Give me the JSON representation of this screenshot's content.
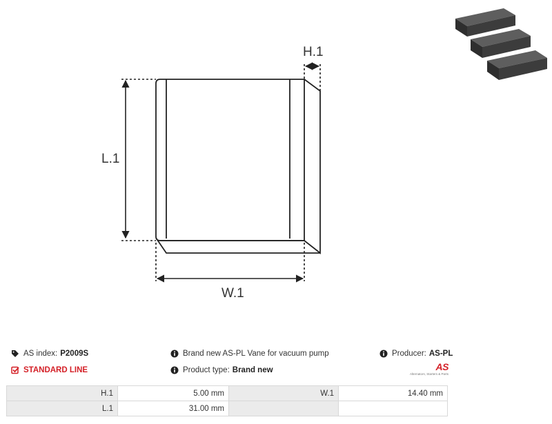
{
  "diagram": {
    "labels": {
      "h1": "H.1",
      "l1": "L.1",
      "w1": "W.1"
    }
  },
  "thumbnail": {
    "icon": "carbon-brushes-image"
  },
  "info": {
    "as_index_label": "AS index:",
    "as_index_value": "P2009S",
    "line_label": "STANDARD LINE",
    "description": "Brand new AS-PL Vane for vacuum pump",
    "product_type_label": "Product type:",
    "product_type_value": "Brand new",
    "producer_label": "Producer:",
    "producer_value": "AS-PL",
    "logo_mark": "AS",
    "logo_tagline": "Alternators, Starters & Parts"
  },
  "params": [
    {
      "name1": "H.1",
      "value1": "5.00 mm",
      "name2": "W.1",
      "value2": "14.40 mm"
    },
    {
      "name1": "L.1",
      "value1": "31.00 mm",
      "name2": "",
      "value2": ""
    }
  ],
  "colors": {
    "accent_red": "#d42027",
    "line": "#222222"
  }
}
